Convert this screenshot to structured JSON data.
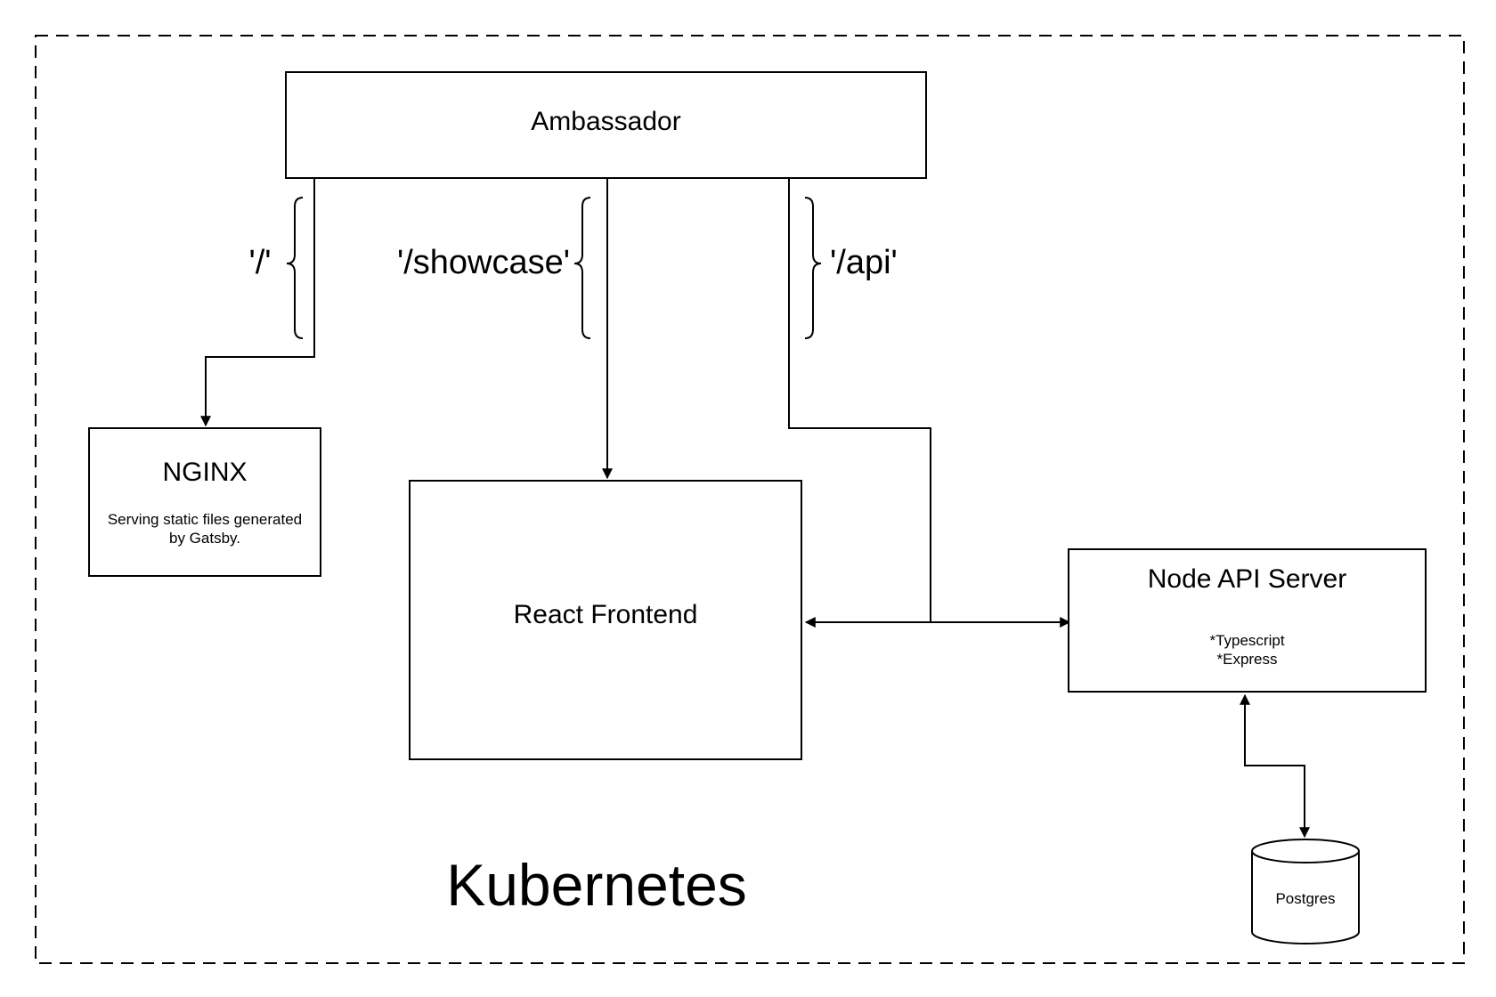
{
  "diagram": {
    "cluster_label": "Kubernetes",
    "nodes": {
      "ambassador": {
        "title": "Ambassador"
      },
      "nginx": {
        "title": "NGINX",
        "description_lines": [
          "Serving static files generated",
          "by Gatsby."
        ]
      },
      "react": {
        "title": "React Frontend"
      },
      "node_api": {
        "title": "Node API Server",
        "bullets": [
          "*Typescript",
          "*Express"
        ]
      },
      "postgres": {
        "title": "Postgres"
      }
    },
    "routes": {
      "root": "'/'",
      "showcase": "'/showcase'",
      "api": "'/api'"
    },
    "edges": [
      {
        "from": "Ambassador",
        "to": "NGINX",
        "label": "'/'"
      },
      {
        "from": "Ambassador",
        "to": "React Frontend",
        "label": "'/showcase'"
      },
      {
        "from": "Ambassador",
        "to": "Node API Server",
        "label": "'/api'"
      },
      {
        "from": "React Frontend",
        "to": "Node API Server",
        "direction": "bidirectional"
      },
      {
        "from": "Node API Server",
        "to": "Postgres",
        "direction": "bidirectional"
      }
    ],
    "colors": {
      "stroke": "#000000",
      "background": "#ffffff"
    }
  }
}
